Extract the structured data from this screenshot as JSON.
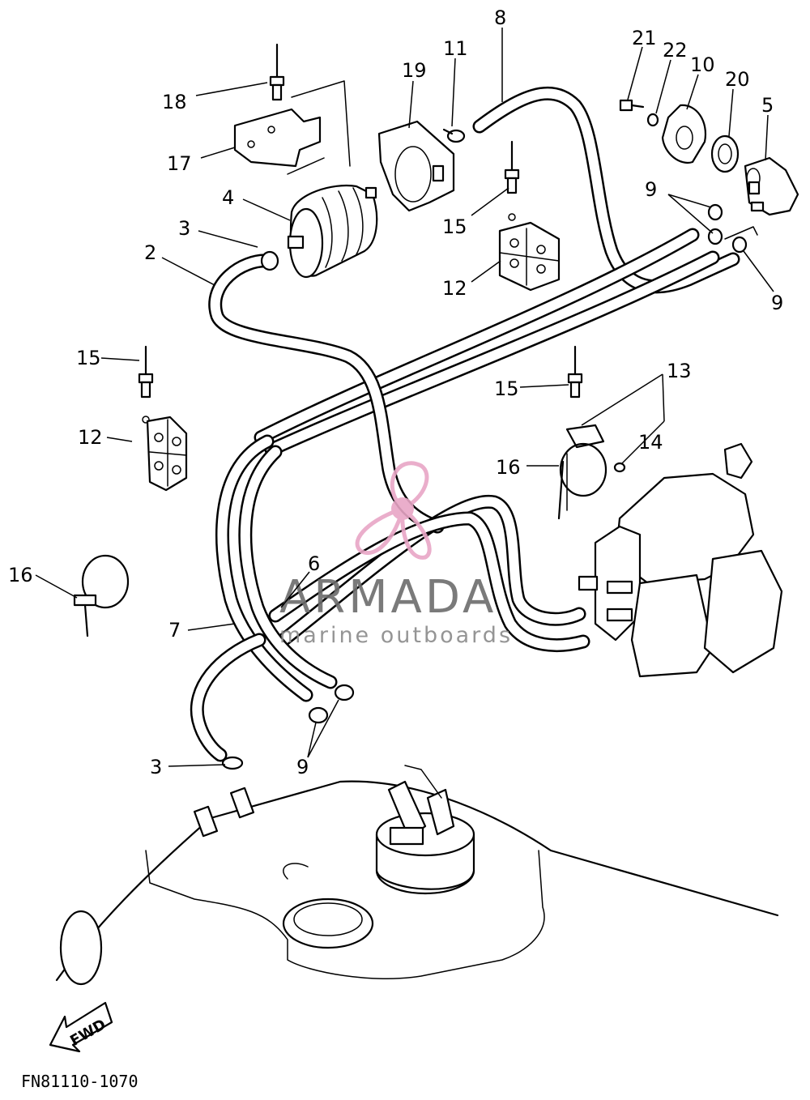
{
  "diagram": {
    "callouts": [
      {
        "id": "c8",
        "label": "8"
      },
      {
        "id": "c11",
        "label": "11"
      },
      {
        "id": "c19",
        "label": "19"
      },
      {
        "id": "c21",
        "label": "21"
      },
      {
        "id": "c22",
        "label": "22"
      },
      {
        "id": "c10",
        "label": "10"
      },
      {
        "id": "c20",
        "label": "20"
      },
      {
        "id": "c5",
        "label": "5"
      },
      {
        "id": "c18",
        "label": "18"
      },
      {
        "id": "c17",
        "label": "17"
      },
      {
        "id": "c4",
        "label": "4"
      },
      {
        "id": "c15a",
        "label": "15"
      },
      {
        "id": "c3a",
        "label": "3"
      },
      {
        "id": "c2",
        "label": "2"
      },
      {
        "id": "c12a",
        "label": "12"
      },
      {
        "id": "c9a",
        "label": "9"
      },
      {
        "id": "c9b",
        "label": "9"
      },
      {
        "id": "c15b",
        "label": "15"
      },
      {
        "id": "c12b",
        "label": "12"
      },
      {
        "id": "c15c",
        "label": "15"
      },
      {
        "id": "c13",
        "label": "13"
      },
      {
        "id": "c14",
        "label": "14"
      },
      {
        "id": "c16a",
        "label": "16"
      },
      {
        "id": "c16b",
        "label": "16"
      },
      {
        "id": "c6",
        "label": "6"
      },
      {
        "id": "c7",
        "label": "7"
      },
      {
        "id": "c3b",
        "label": "3"
      },
      {
        "id": "c9c",
        "label": "9"
      }
    ],
    "fwd_label": "FWD",
    "reference_code": "FN81110-1070"
  },
  "watermark": {
    "title": "ARMADA",
    "subtitle": "marine outboards",
    "logo_color": "#e8a6c6",
    "text_color": "#6c6c6c"
  }
}
